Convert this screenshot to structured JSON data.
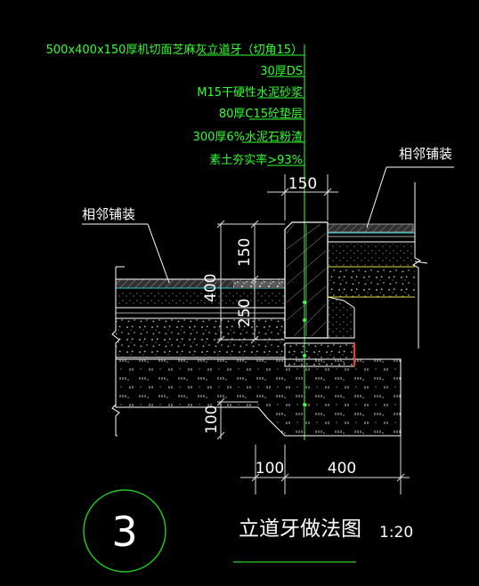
{
  "colors": {
    "background": "#000000",
    "annotation": "#33ff33",
    "linework": "#ffffff",
    "dimension": "#dddddd",
    "hatch_gray": "#9a9a9a",
    "layer_cyan": "#22cccc",
    "layer_yellow": "#e6d84a",
    "layer_green": "#22aa22",
    "marker_red": "#ff3333"
  },
  "layer_notes": [
    "500x400x150厚机切面芝麻灰立道牙（切角15）",
    "30厚DS",
    "M15干硬性水泥砂浆",
    "80厚C15砼垫层",
    "300厚6%水泥石粉渣",
    "素土夯实率>93%"
  ],
  "labels": {
    "adjacent_paving_left": "相邻铺装",
    "adjacent_paving_right": "相邻铺装"
  },
  "dimensions": {
    "top_width": "150",
    "height_upper": "150",
    "height_total": "400",
    "height_lower": "250",
    "base_thickness": "100",
    "bottom_left": "100",
    "bottom_right": "400"
  },
  "title_block": {
    "detail_number": "3",
    "title": "立道牙做法图",
    "scale": "1:20"
  }
}
